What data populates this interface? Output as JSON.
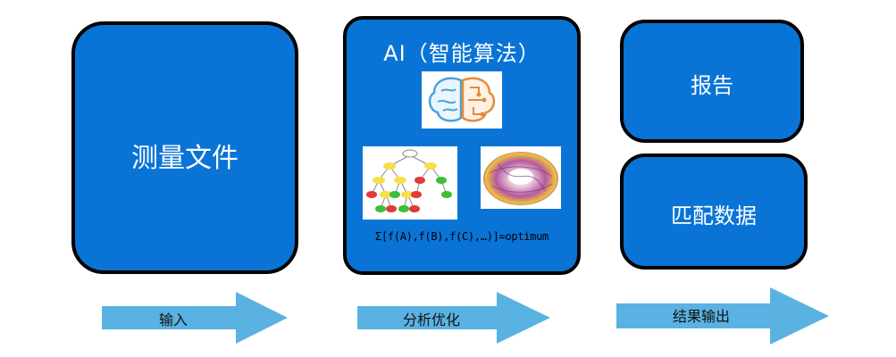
{
  "input_box": {
    "label": "测量文件"
  },
  "ai_box": {
    "title": "AI（智能算法）",
    "formula": "Σ[f(A),f(B),f(C),…)]=optimum",
    "images": [
      "brain-icon",
      "decision-tree-diagram",
      "optimization-surface-image"
    ]
  },
  "report_box": {
    "label": "报告"
  },
  "match_box": {
    "label": "匹配数据"
  },
  "arrows": [
    {
      "label": "输入"
    },
    {
      "label": "分析优化"
    },
    {
      "label": "结果输出"
    }
  ],
  "colors": {
    "box_fill": "#0a74d6",
    "box_border": "#000000",
    "arrow_fill": "#5ab2e2"
  }
}
